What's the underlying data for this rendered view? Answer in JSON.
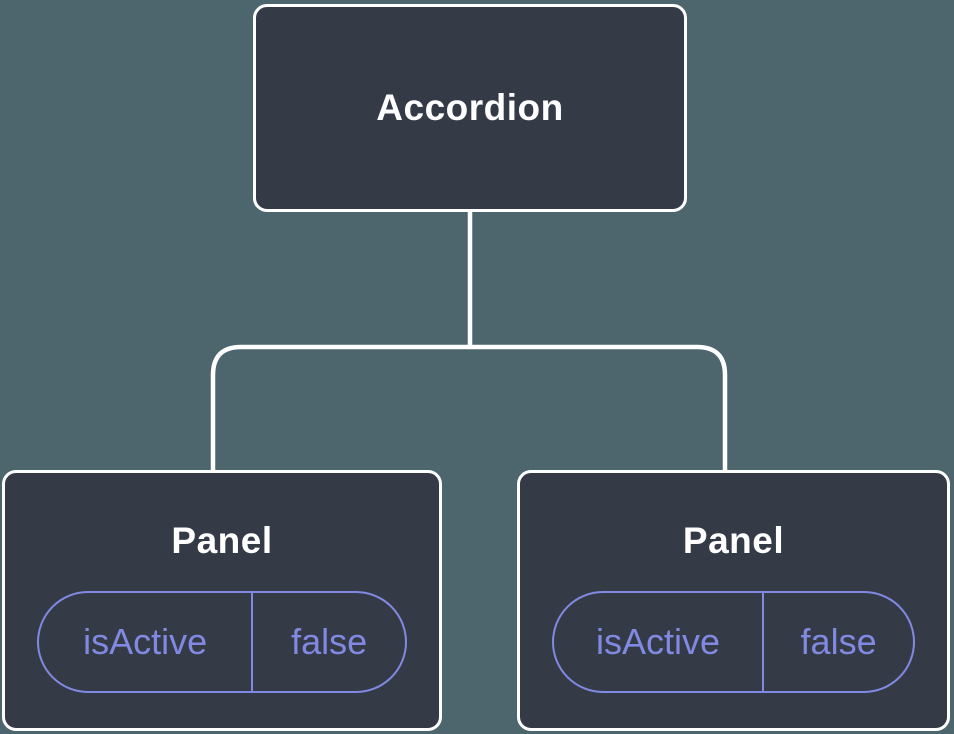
{
  "diagram": {
    "type": "component-tree",
    "root": {
      "label": "Accordion"
    },
    "children": [
      {
        "label": "Panel",
        "state": {
          "key": "isActive",
          "value": "false"
        }
      },
      {
        "label": "Panel",
        "state": {
          "key": "isActive",
          "value": "false"
        }
      }
    ]
  },
  "colors": {
    "background": "#4D666E",
    "node_fill": "#343B47",
    "node_border": "#FFFFFF",
    "node_title_text": "#FFFFFF",
    "connector": "#FFFFFF",
    "state_accent": "#8289E2"
  }
}
